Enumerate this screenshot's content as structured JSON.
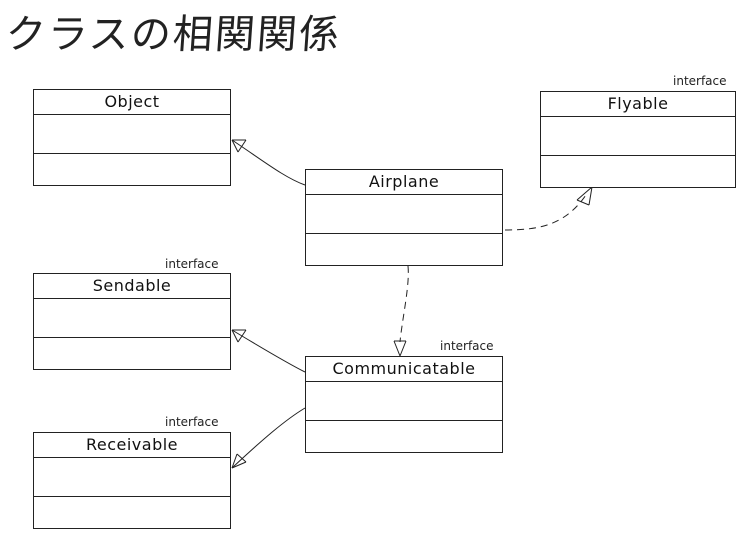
{
  "diagram": {
    "title": "クラスの相関関係",
    "stereotype": "interface",
    "classes": {
      "object": {
        "name": "Object"
      },
      "flyable": {
        "name": "Flyable",
        "stereotype": "interface"
      },
      "airplane": {
        "name": "Airplane"
      },
      "sendable": {
        "name": "Sendable",
        "stereotype": "interface"
      },
      "communicatable": {
        "name": "Communicatable",
        "stereotype": "interface"
      },
      "receivable": {
        "name": "Receivable",
        "stereotype": "interface"
      }
    },
    "relations": [
      {
        "from": "Airplane",
        "to": "Object",
        "kind": "generalization"
      },
      {
        "from": "Airplane",
        "to": "Flyable",
        "kind": "realization"
      },
      {
        "from": "Airplane",
        "to": "Communicatable",
        "kind": "realization"
      },
      {
        "from": "Communicatable",
        "to": "Sendable",
        "kind": "generalization"
      },
      {
        "from": "Communicatable",
        "to": "Receivable",
        "kind": "generalization"
      }
    ]
  }
}
